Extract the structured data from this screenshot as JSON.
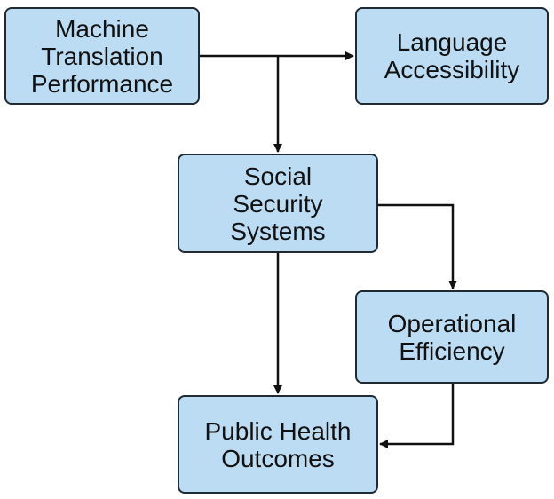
{
  "diagram": {
    "nodes": [
      {
        "id": "machine-translation-performance",
        "label": "Machine\nTranslation\nPerformance"
      },
      {
        "id": "language-accessibility",
        "label": "Language\nAccessibility"
      },
      {
        "id": "social-security-systems",
        "label": "Social\nSecurity\nSystems"
      },
      {
        "id": "operational-efficiency",
        "label": "Operational\nEfficiency"
      },
      {
        "id": "public-health-outcomes",
        "label": "Public Health\nOutcomes"
      }
    ],
    "edges": [
      {
        "from": "machine-translation-performance",
        "to": "language-accessibility"
      },
      {
        "from": "machine-translation-performance",
        "to": "social-security-systems"
      },
      {
        "from": "social-security-systems",
        "to": "operational-efficiency"
      },
      {
        "from": "social-security-systems",
        "to": "public-health-outcomes"
      },
      {
        "from": "operational-efficiency",
        "to": "public-health-outcomes"
      }
    ],
    "colors": {
      "node_fill": "#bcdcf4",
      "node_border": "#1f2a33",
      "edge": "#111111",
      "text": "#111111"
    }
  }
}
